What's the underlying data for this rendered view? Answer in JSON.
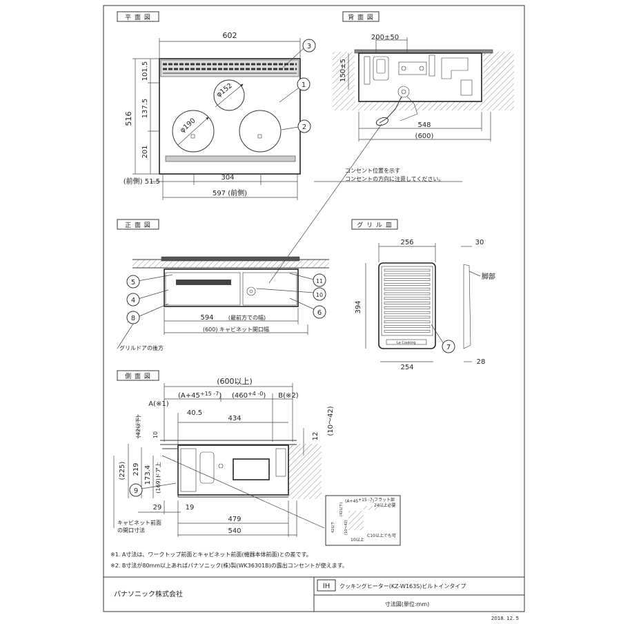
{
  "sections": {
    "plan": "平 面 図",
    "back": "背 面 図",
    "front": "正 面 図",
    "grill": "グ リ ル 皿",
    "side": "側 面 図"
  },
  "plan": {
    "width_top": "602",
    "depth": "516",
    "d1": "101.5",
    "d2": "137.5",
    "d3": "201",
    "dia_small": "φ152",
    "dia_large": "φ190",
    "front_left": "(前側) 51.5",
    "center": "304",
    "width_front": "597 (前側)"
  },
  "back": {
    "w1": "200±50",
    "h1": "150±5",
    "w2": "548",
    "w3": "(600)",
    "note1": "コンセント位置を示す",
    "note2": "コンセントの方向に注意してください。"
  },
  "front": {
    "w1": "594",
    "w1_note": "(最前方での幅)",
    "w2": "(600) キャビネット開口幅",
    "door_note": "グリルドアの後方"
  },
  "grill": {
    "w_top": "256",
    "h": "394",
    "w_bottom": "254",
    "t_top": "30",
    "t_bottom": "28",
    "leg": "脚部",
    "brand": "Le Cooking"
  },
  "side": {
    "total": "(600以上)",
    "a1": "(A+45",
    "a1_tol": "+15 -7",
    "a1_close": ")",
    "a2": "(460",
    "a2_tol": "+4 -0",
    "a2_close": ")",
    "a_label": "A(※1)",
    "b_label": "B(※2)",
    "d405": "40.5",
    "d434": "434",
    "d42": "(42以下)",
    "d10": "10",
    "d12": "12",
    "d1042": "(10～42)",
    "d225": "(225)",
    "d219": "219",
    "d1734": "173.4",
    "d169": "(169)ドア上",
    "d29": "29",
    "d19": "19",
    "d479": "479",
    "d540": "540",
    "cab_note1": "キャビネット前面",
    "cab_note2": "の開口寸法",
    "detail_a": "(A+45",
    "detail_tol": "+15 -7",
    "detail_close": ")",
    "detail_flat1": "フラット部",
    "detail_flat2": "24以上必要",
    "detail_42": "(42以下)",
    "detail_10a": "(10～42)",
    "detail_42b": "42以下",
    "detail_10b": "10以上",
    "detail_c10": "C10以上でも可"
  },
  "callouts": [
    "1",
    "2",
    "3",
    "4",
    "5",
    "6",
    "7",
    "8",
    "9",
    "10",
    "11"
  ],
  "notes": {
    "n1": "※1. A寸法は、ワークトップ前面とキャビネット前面(機器本体前面)との差です。",
    "n2": "※2. B寸法が80mm以上あればパナソニック(株)製(WK36301B)の露出コンセントが使えます。"
  },
  "titleblock": {
    "company": "パナソニック株式会社",
    "ih": "IH",
    "model": "クッキングヒーター(KZ-W163S)ビルトインタイプ",
    "drawing": "寸法図(単位:mm)",
    "date": "2018. 12. 5"
  }
}
